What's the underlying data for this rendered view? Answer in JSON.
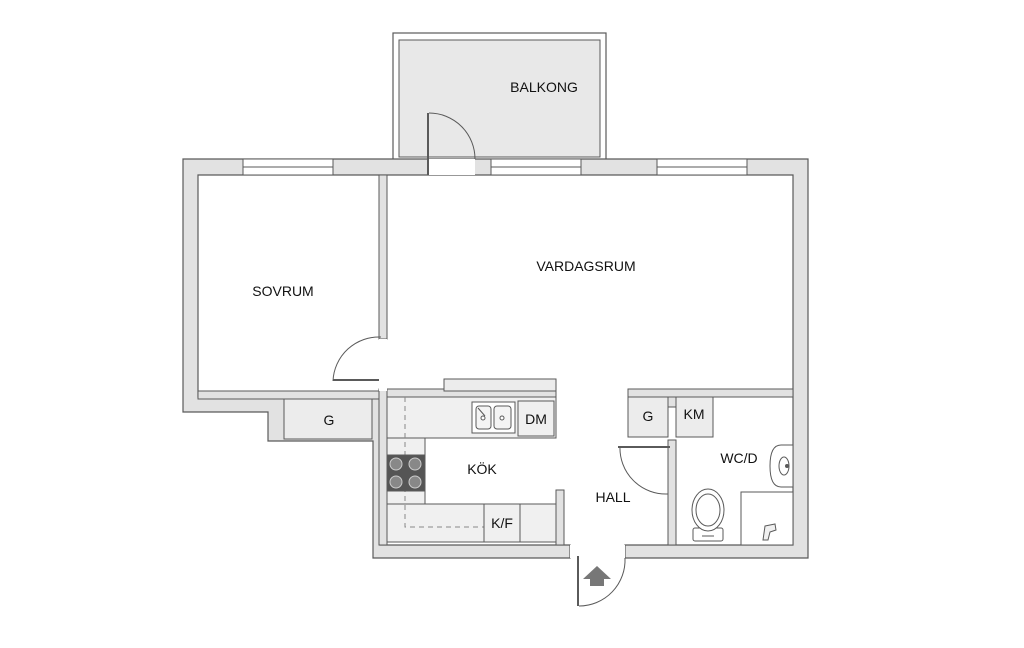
{
  "colors": {
    "wall_fill": "#e2e2e2",
    "wall_stroke": "#5a5a5a",
    "balcony_fill": "#e8e8e8",
    "stove": "#555555",
    "entrance_arrow": "#777777"
  },
  "rooms": {
    "balcony": "BALKONG",
    "living_room": "VARDAGSRUM",
    "bedroom": "SOVRUM",
    "kitchen": "KÖK",
    "hall": "HALL",
    "bathroom": "WC/D"
  },
  "fixtures": {
    "bedroom_wardrobe": "G",
    "dishwasher": "DM",
    "fridge_freezer": "K/F",
    "hall_wardrobe": "G",
    "washing_machine": "KM"
  },
  "icons": [
    "entrance-arrow-icon",
    "door-swing-icon",
    "window-icon",
    "sink-icon",
    "stove-icon",
    "toilet-icon",
    "washbasin-icon",
    "shower-icon"
  ]
}
